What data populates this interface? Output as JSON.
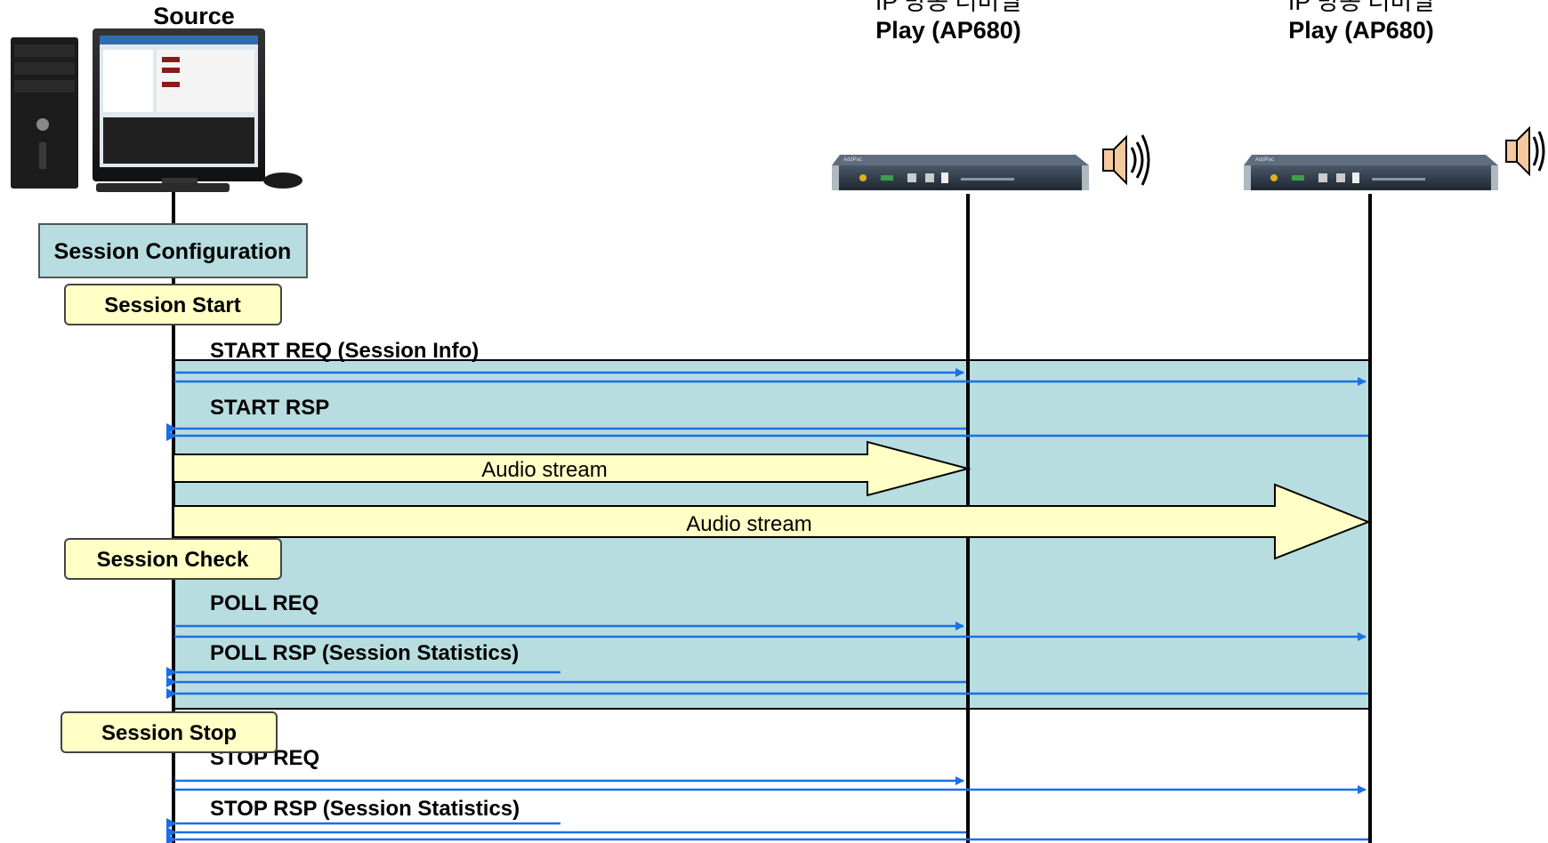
{
  "diagram": {
    "participants": [
      {
        "id": "source",
        "label": "Source",
        "icon": "desktop-computer-icon"
      },
      {
        "id": "ap1",
        "label_top": "IP 방송 터미널",
        "label": "Play (AP680)",
        "icon": "ap680-device-icon"
      },
      {
        "id": "ap2",
        "label_top": "IP 방송 터미널",
        "label": "Play (AP680)",
        "icon": "ap680-device-icon"
      }
    ],
    "device_brand": "AddPac",
    "device_model": "AP680",
    "speaker_icon": "speaker-icon",
    "phases": {
      "config": "Session Configuration",
      "start": "Session Start",
      "check": "Session Check",
      "stop": "Session Stop"
    },
    "messages": {
      "start_req": "START REQ (Session Info)",
      "start_rsp": "START RSP",
      "audio1": "Audio stream",
      "audio2": "Audio stream",
      "poll_req": "POLL REQ",
      "poll_rsp": "POLL RSP (Session Statistics)",
      "stop_req": "STOP REQ",
      "stop_rsp": "STOP RSP (Session Statistics)"
    },
    "colors": {
      "session_fill": "#b7dde0",
      "phase_box_fill": "#ffffc6",
      "arrow_blue": "#1a6fe8",
      "stream_fill": "#ffffc6",
      "lifeline": "#000000"
    }
  }
}
